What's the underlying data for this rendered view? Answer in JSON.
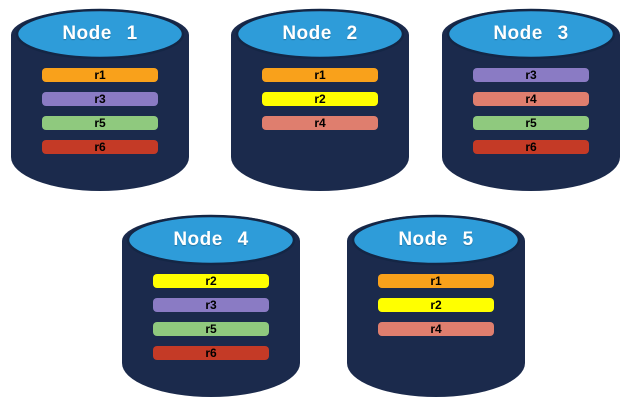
{
  "palette": {
    "r1": "#F9A11B",
    "r2": "#FFFF00",
    "r3": "#8A7BC4",
    "r4": "#DF7E6E",
    "r5": "#8FC97E",
    "r6": "#C43A26",
    "cylinder_top": "#2E9CD9",
    "cylinder_body": "#1B2A4C",
    "ellipse_stroke": "#142645",
    "bar_text": "#000000",
    "title_text": "#FFFFFF"
  },
  "nodes": [
    {
      "title": "Node 1",
      "replicas": [
        "r1",
        "r3",
        "r5",
        "r6"
      ]
    },
    {
      "title": "Node 2",
      "replicas": [
        "r1",
        "r2",
        "r4"
      ]
    },
    {
      "title": "Node 3",
      "replicas": [
        "r3",
        "r4",
        "r5",
        "r6"
      ]
    },
    {
      "title": "Node 4",
      "replicas": [
        "r2",
        "r3",
        "r5",
        "r6"
      ]
    },
    {
      "title": "Node 5",
      "replicas": [
        "r1",
        "r2",
        "r4"
      ]
    }
  ]
}
